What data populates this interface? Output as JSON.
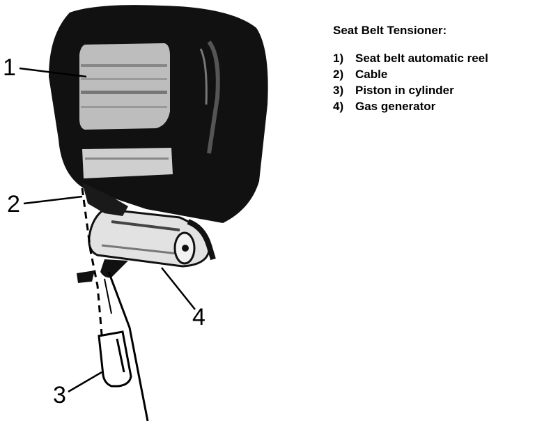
{
  "diagram": {
    "callouts": [
      "1",
      "2",
      "3",
      "4"
    ]
  },
  "legend": {
    "title": "Seat Belt Tensioner:",
    "items": [
      {
        "num": "1)",
        "label": "Seat belt automatic reel"
      },
      {
        "num": "2)",
        "label": "Cable"
      },
      {
        "num": "3)",
        "label": "Piston in cylinder"
      },
      {
        "num": "4)",
        "label": "Gas generator"
      }
    ]
  },
  "colors": {
    "ink": "#000000",
    "paper": "#ffffff"
  }
}
